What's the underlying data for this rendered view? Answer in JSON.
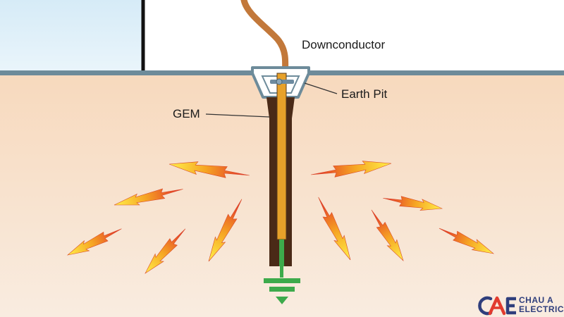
{
  "labels": {
    "downconductor": "Downconductor",
    "earth_pit": "Earth Pit",
    "gem": "GEM"
  },
  "logo": {
    "line1": "CHAU A",
    "line2": "ELECTRIC",
    "mark": "CAE"
  },
  "colors": {
    "sky": "#e6f2fa",
    "soil_top": "#f7dcc3",
    "soil_bottom": "#f8eadb",
    "ground_line": "#6d8b9a",
    "gem_fill": "#4a2a17",
    "rod": "#e7a12a",
    "cable": "#c2783a",
    "green_rod": "#3daa4b",
    "bolt": "#6d8ba0",
    "logo_blue": "#2f3e7c",
    "logo_red": "#e23b2e"
  }
}
